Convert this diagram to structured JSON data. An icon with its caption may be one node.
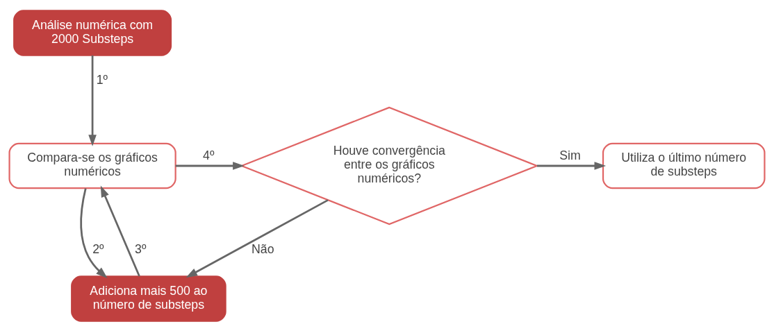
{
  "diagram": {
    "nodes": [
      {
        "text": [
          "Análise numérica com 2000 Substeps"
        ]
      },
      {
        "text": [
          "Compara-se os gráficos numéricos"
        ]
      },
      {
        "text": [
          "Houve convergência entre os gráficos numéricos?"
        ]
      },
      {
        "text": [
          "Utiliza o último número de substeps"
        ]
      },
      {
        "text": [
          "Adiciona mais 500 ao número de substeps"
        ]
      }
    ],
    "edges": [
      {
        "from": 0,
        "to": 1,
        "arrow": "to",
        "label": "1º"
      },
      {
        "from": 1,
        "to": 4,
        "arrow": "to",
        "label": "2º"
      },
      {
        "from": 4,
        "to": 1,
        "arrow": "to",
        "label": "3º"
      },
      {
        "from": 1,
        "to": 2,
        "arrow": "to",
        "label": "4º"
      },
      {
        "from": 2,
        "to": 3,
        "arrow": "to",
        "label": "Sim"
      },
      {
        "from": 2,
        "to": 4,
        "arrow": "to",
        "label": "Não"
      }
    ]
  }
}
